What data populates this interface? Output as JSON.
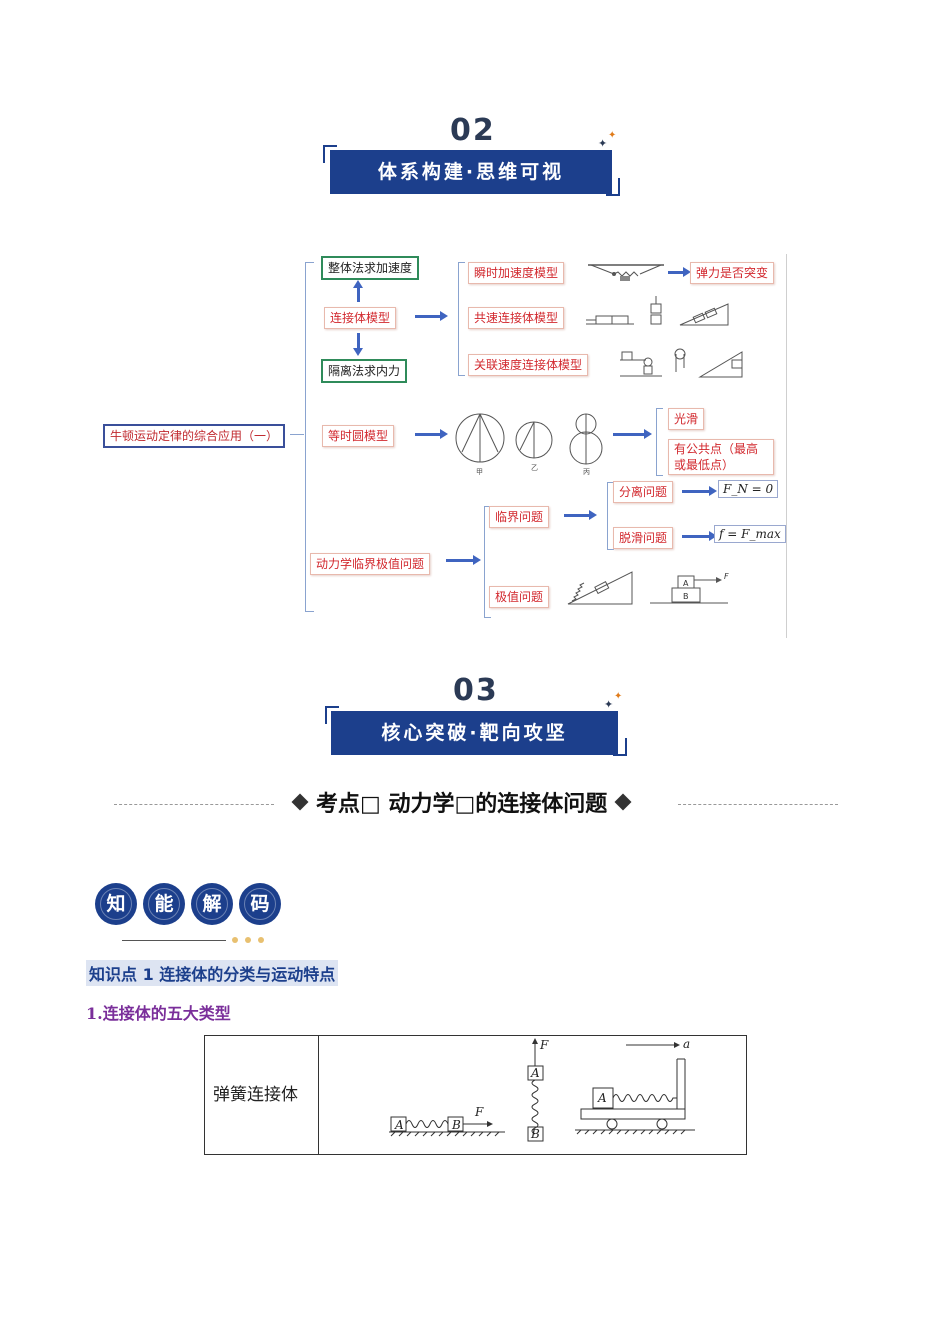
{
  "section2": {
    "number": "02",
    "title": "体系构建·思维可视"
  },
  "section3": {
    "number": "03",
    "title": "核心突破·靶向攻坚"
  },
  "mindmap": {
    "root": "牛顿运动定律的综合应用（一）",
    "whole_method": "整体法求加速度",
    "connected_model": "连接体模型",
    "isolation_method": "隔离法求内力",
    "instant_accel_model": "瞬时加速度模型",
    "spring_sudden": "弹力是否突变",
    "common_velocity_model": "共速连接体模型",
    "related_velocity_model": "关联速度连接体模型",
    "equal_time_model": "等时圆模型",
    "smooth": "光滑",
    "common_point": "有公共点（最高或最低点）",
    "dynamics_critical": "动力学临界极值问题",
    "critical_problem": "临界问题",
    "extreme_problem": "极值问题",
    "separation_problem": "分离问题",
    "slip_problem": "脱滑问题",
    "formula_fn": "F_N = 0",
    "formula_f": "f = F_max",
    "fig_labels": {
      "jia": "甲",
      "yi": "乙",
      "bing": "丙",
      "A": "A",
      "B": "B",
      "F": "F"
    }
  },
  "topic": {
    "text": "考点□ 动力学□的连接体问题"
  },
  "badges": [
    "知",
    "能",
    "解",
    "码"
  ],
  "knowledge_point": "知识点 1  连接体的分类与运动特点",
  "subsection": "1.连接体的五大类型",
  "table": {
    "rows": [
      {
        "type": "弹簧连接体"
      }
    ],
    "labels": {
      "A": "A",
      "B": "B",
      "F": "F",
      "a": "a"
    }
  },
  "colors": {
    "primary": "#1c3f8c",
    "red": "#d2282e",
    "green": "#2f8b5a",
    "purple": "#7a2e9a",
    "arrow": "#3f64c0"
  }
}
